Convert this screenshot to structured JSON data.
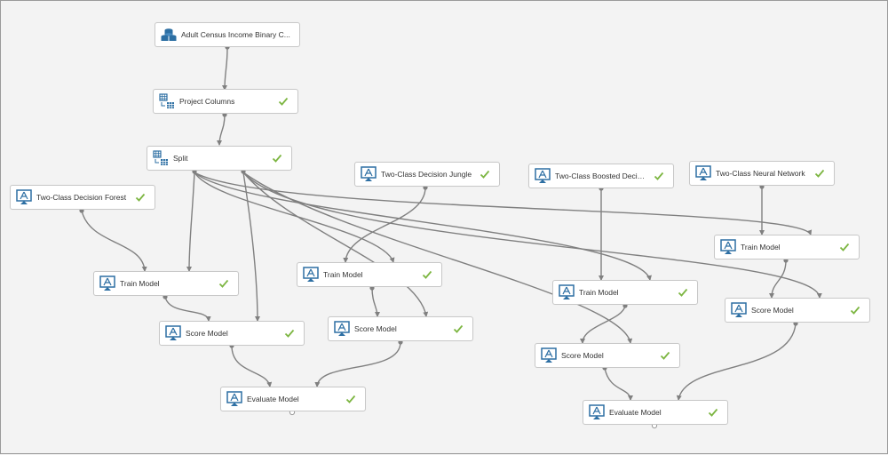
{
  "colors": {
    "wire": "#808080",
    "check": "#7db642",
    "icon_blue": "#2d6fa3",
    "node_border": "#c8c8c8"
  },
  "nodes": {
    "dataset": {
      "label": "Adult Census Income Binary C...",
      "icon": "dataset-icon"
    },
    "project": {
      "label": "Project Columns",
      "icon": "grid-transform-icon",
      "done": true
    },
    "split": {
      "label": "Split",
      "icon": "grid-transform-icon",
      "done": true
    },
    "forest": {
      "label": "Two-Class Decision Forest",
      "icon": "monitor-model-icon",
      "done": true
    },
    "jungle": {
      "label": "Two-Class Decision Jungle",
      "icon": "monitor-model-icon",
      "done": true
    },
    "boosted": {
      "label": "Two-Class Boosted Decision T...",
      "icon": "monitor-model-icon",
      "done": true
    },
    "neural": {
      "label": "Two-Class Neural Network",
      "icon": "monitor-model-icon",
      "done": true
    },
    "train1": {
      "label": "Train Model",
      "icon": "monitor-model-icon",
      "done": true
    },
    "train2": {
      "label": "Train Model",
      "icon": "monitor-model-icon",
      "done": true
    },
    "train3": {
      "label": "Train Model",
      "icon": "monitor-model-icon",
      "done": true
    },
    "train4": {
      "label": "Train Model",
      "icon": "monitor-model-icon",
      "done": true
    },
    "score1": {
      "label": "Score Model",
      "icon": "monitor-model-icon",
      "done": true
    },
    "score2": {
      "label": "Score Model",
      "icon": "monitor-model-icon",
      "done": true
    },
    "score3": {
      "label": "Score Model",
      "icon": "monitor-model-icon",
      "done": true
    },
    "score4": {
      "label": "Score Model",
      "icon": "monitor-model-icon",
      "done": true
    },
    "evaluate1": {
      "label": "Evaluate Model",
      "icon": "monitor-model-icon",
      "done": true
    },
    "evaluate2": {
      "label": "Evaluate Model",
      "icon": "monitor-model-icon",
      "done": true
    }
  }
}
